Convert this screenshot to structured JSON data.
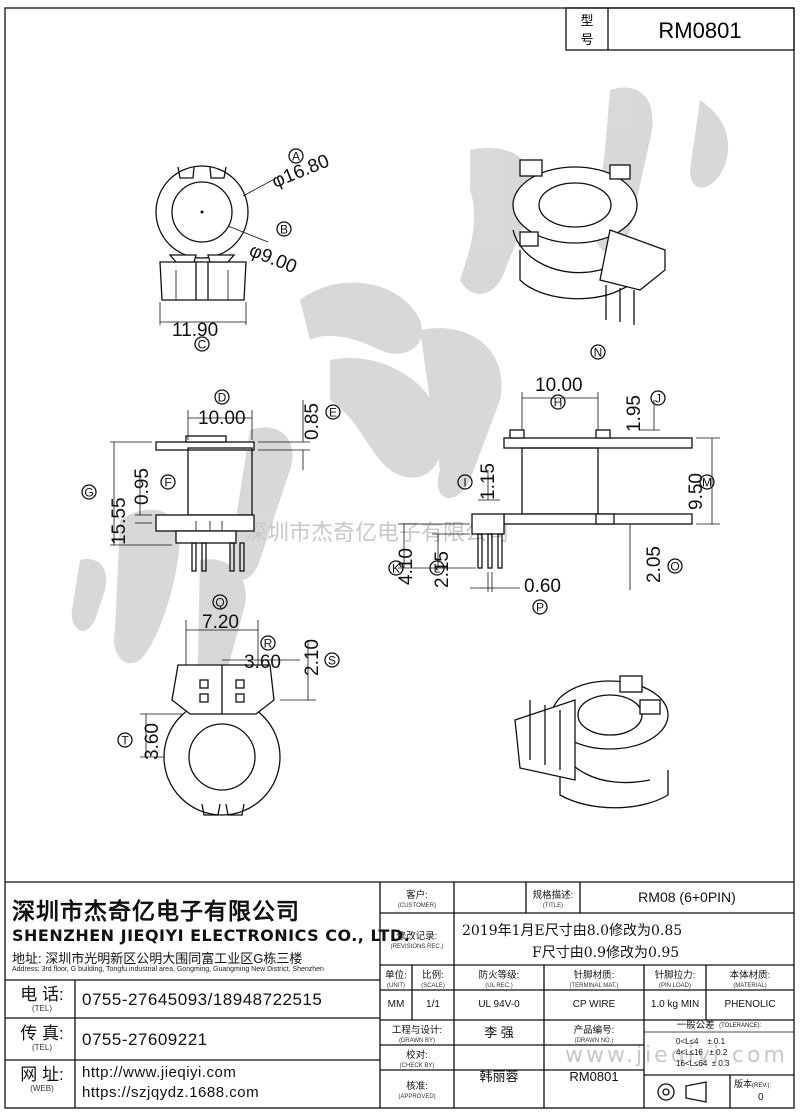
{
  "title_block": {
    "model_label_1": "型",
    "model_label_2": "号",
    "model": "RM0801"
  },
  "watermark": {
    "text": "深圳市杰奇亿电子有限公司",
    "url": "www.jieqiyi.com"
  },
  "dimensions": {
    "A": {
      "letter": "A",
      "value": "φ16.80"
    },
    "B": {
      "letter": "B",
      "value": "φ9.00"
    },
    "C": {
      "letter": "C",
      "value": "11.90"
    },
    "D": {
      "letter": "D",
      "value": "10.00"
    },
    "E": {
      "letter": "E",
      "value": "0.85"
    },
    "F": {
      "letter": "F",
      "value": "0.95"
    },
    "G": {
      "letter": "G",
      "value": "15.55"
    },
    "H": {
      "letter": "H",
      "value": "10.00"
    },
    "I": {
      "letter": "I",
      "value": "1.15"
    },
    "J": {
      "letter": "J",
      "value": "1.95"
    },
    "K": {
      "letter": "K",
      "value": "4.10"
    },
    "L": {
      "letter": "L",
      "value": "2.15"
    },
    "M": {
      "letter": "M",
      "value": "9.50"
    },
    "N": {
      "letter": "N"
    },
    "O": {
      "letter": "O",
      "value": "2.05"
    },
    "P": {
      "letter": "P",
      "value": "0.60"
    },
    "Q": {
      "letter": "Q",
      "value": "7.20"
    },
    "R": {
      "letter": "R",
      "value": "3.60"
    },
    "S": {
      "letter": "S",
      "value": "2.10"
    },
    "T": {
      "letter": "T",
      "value": "3.60"
    }
  },
  "company": {
    "name_cn": "深圳市杰奇亿电子有限公司",
    "name_en": "SHENZHEN JIEQIYI ELECTRONICS CO., LTD.",
    "address_label": "地址:",
    "address_cn": "深圳市光明新区公明大围同富工业区G栋三楼",
    "address_en": "Address: 3rd floor, G building, Tongfu industrial area, Gongming, Guangming New District, Shenzhen",
    "tel_label": "电 话:",
    "tel_sub": "(TEL)",
    "tel": "0755-27645093/18948722515",
    "fax_label": "传 真:",
    "fax_sub": "(TEL)",
    "fax": "0755-27609221",
    "web_label": "网 址:",
    "web_sub": "(WEB)",
    "web1": "http://www.jieqiyi.com",
    "web2": "https://szjqydz.1688.com"
  },
  "info_table": {
    "customer_label": "客户:",
    "customer_sub": "(CUSTOMER)",
    "customer": "",
    "title_label": "规格描述:",
    "title_sub": "(TITLE)",
    "title": "RM08 (6+0PIN)",
    "revisions_label": "修改记录:",
    "revisions_sub": "(REVISIONS REC.)",
    "revision_1": "2019年1月E尺寸由8.0修改为0.85",
    "revision_2": "F尺寸由0.9修改为0.95",
    "headers": [
      {
        "cn": "单位:",
        "en": "(UNIT)"
      },
      {
        "cn": "比例:",
        "en": "(SCALE)"
      },
      {
        "cn": "防火等级:",
        "en": "(UL REC.)"
      },
      {
        "cn": "针脚材质:",
        "en": "(TERMINAL MAT.)"
      },
      {
        "cn": "针脚拉力:",
        "en": "(PIN LOAD)"
      },
      {
        "cn": "本体材质:",
        "en": "(MATERIAL)"
      }
    ],
    "values": [
      "MM",
      "1/1",
      "UL 94V-0",
      "CP WIRE",
      "1.0 kg MIN",
      "PHENOLIC"
    ],
    "drawn_label": "工程与设计:",
    "drawn_sub": "(DRAWN BY)",
    "drawn_by": "李 强",
    "drawing_no_label": "产品编号:",
    "drawing_no_sub": "(DRAWN NO.)",
    "check_label": "校对:",
    "check_sub": "(CHECK BY)",
    "approved_label": "核准:",
    "approved_sub": "(APPROVED)",
    "approved_by": "韩丽蓉",
    "drawing_no": "RM0801",
    "tolerance_label": "一般公差",
    "tolerance_sub": "(TOLERANCE):",
    "tolerances": [
      {
        "range": "0<L≤4",
        "value": "± 0.1"
      },
      {
        "range": "4<L≤16",
        "value": "± 0.2"
      },
      {
        "range": "16<L≤64",
        "value": "± 0.3"
      }
    ],
    "version_label": "版本",
    "version_sub": "(REV.):",
    "version": "0"
  }
}
